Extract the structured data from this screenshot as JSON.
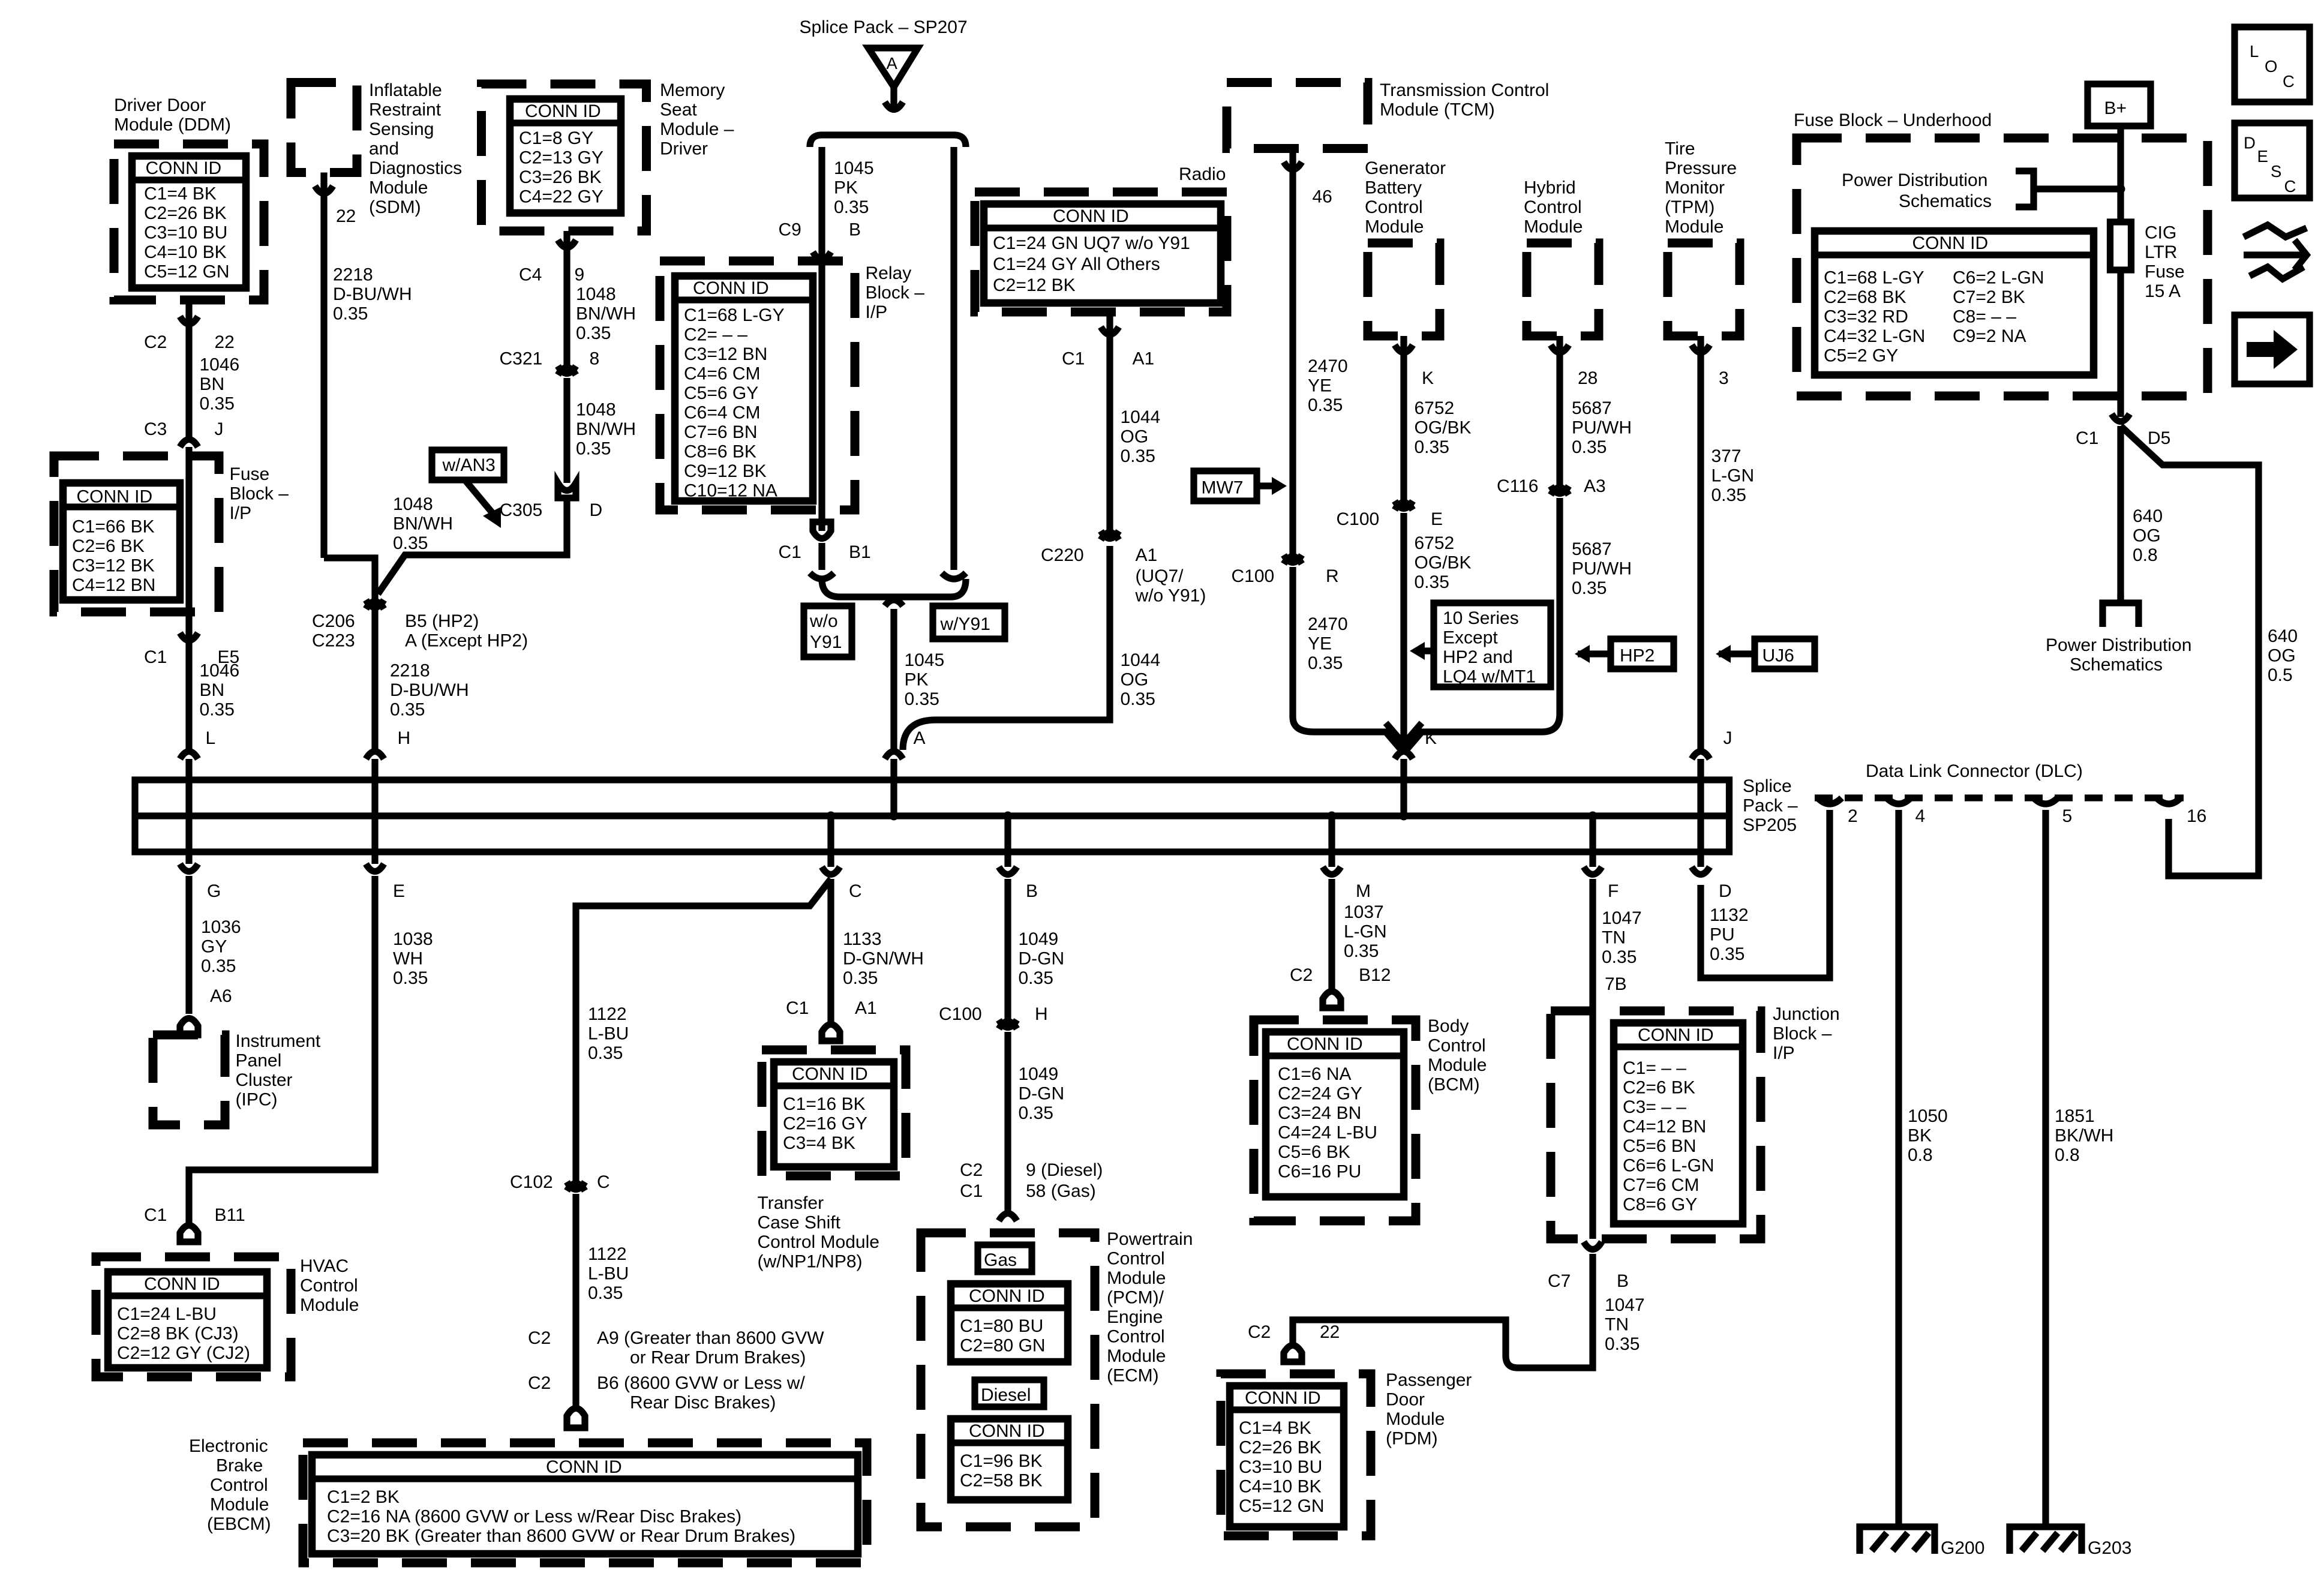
{
  "splice_pack_sp207": {
    "label": "Splice Pack – SP207",
    "letter": "A"
  },
  "splice_pack_sp205": {
    "label": [
      "Splice",
      "Pack –",
      "SP205"
    ]
  },
  "side_icons": {
    "loc": [
      "L",
      "O",
      "C"
    ],
    "desc": [
      "D",
      "E",
      "S",
      "C"
    ],
    "icons": [
      "connector-icon",
      "arrow-right-icon"
    ]
  },
  "battery": {
    "label": "B+"
  },
  "modules": {
    "ddm": {
      "title": [
        "Driver Door",
        "Module (DDM)"
      ],
      "conn_id": "CONN ID",
      "conn": [
        "C1=4 BK",
        "C2=26 BK",
        "C3=10 BU",
        "C4=10 BK",
        "C5=12 GN"
      ]
    },
    "sdm": {
      "title": [
        "Inflatable",
        "Restraint",
        "Sensing",
        "and",
        "Diagnostics",
        "Module",
        "(SDM)"
      ]
    },
    "memory_seat": {
      "title": [
        "Memory",
        "Seat",
        "Module –",
        "Driver"
      ],
      "conn_id": "CONN ID",
      "conn": [
        "C1=8 GY",
        "C2=13 GY",
        "C3=26 BK",
        "C4=22 GY"
      ]
    },
    "relay_block": {
      "title": [
        "Relay",
        "Block –",
        "I/P"
      ],
      "conn_id": "CONN ID",
      "conn": [
        "C1=68 L-GY",
        "C2= – –",
        "C3=12 BN",
        "C4=6 CM",
        "C5=6 GY",
        "C6=4 CM",
        "C7=6 BN",
        "C8=6 BK",
        "C9=12 BK",
        "C10=12 NA"
      ]
    },
    "radio": {
      "title": "Radio",
      "conn_id": "CONN ID",
      "conn": [
        "C1=24 GN UQ7 w/o Y91",
        "C1=24 GY All Others",
        "C2=12 BK"
      ]
    },
    "fuse_block_ip": {
      "title": [
        "Fuse",
        "Block –",
        "I/P"
      ],
      "conn_id": "CONN ID",
      "conn": [
        "C1=66 BK",
        "C2=6 BK",
        "C3=12 BK",
        "C4=12 BN"
      ]
    },
    "tcm": {
      "title": [
        "Transmission Control",
        "Module (TCM)"
      ]
    },
    "gbcm": {
      "title": [
        "Generator",
        "Battery",
        "Control",
        "Module"
      ]
    },
    "hcm": {
      "title": [
        "Hybrid",
        "Control",
        "Module"
      ]
    },
    "tpm": {
      "title": [
        "Tire",
        "Pressure",
        "Monitor",
        "(TPM)",
        "Module"
      ]
    },
    "fuse_block_underhood": {
      "title": "Fuse Block – Underhood",
      "pds": [
        "Power Distribution",
        "Schematics"
      ],
      "conn_id": "CONN ID",
      "conn_left": [
        "C1=68 L-GY",
        "C2=68 BK",
        "C3=32 RD",
        "C4=32 L-GN",
        "C5=2 GY"
      ],
      "conn_right": [
        "C6=2 L-GN",
        "C7=2 BK",
        "C8= – –",
        "C9=2 NA"
      ],
      "fuse": [
        "CIG",
        "LTR",
        "Fuse",
        "15 A"
      ]
    },
    "power_distribution_bottom": {
      "title": [
        "Power Distribution",
        "Schematics"
      ]
    },
    "ipc": {
      "title": [
        "Instrument",
        "Panel",
        "Cluster",
        "(IPC)"
      ]
    },
    "hvac": {
      "title": [
        "HVAC",
        "Control",
        "Module"
      ],
      "conn_id": "CONN ID",
      "conn": [
        "C1=24 L-BU",
        "C2=8 BK (CJ3)",
        "C2=12 GY (CJ2)"
      ]
    },
    "ebcm": {
      "title": [
        "Electronic",
        "Brake",
        "Control",
        "Module",
        "(EBCM)"
      ],
      "conn_id": "CONN ID",
      "conn": [
        "C1=2 BK",
        "C2=16 NA (8600 GVW or Less w/Rear Disc Brakes)",
        "C3=20 BK (Greater than 8600 GVW or Rear Drum Brakes)"
      ]
    },
    "transfer_case": {
      "title": [
        "Transfer",
        "Case Shift",
        "Control Module",
        "(w/NP1/NP8)"
      ],
      "conn_id": "CONN ID",
      "conn": [
        "C1=16 BK",
        "C2=16 GY",
        "C3=4 BK"
      ]
    },
    "pcm": {
      "title": [
        "Powertrain",
        "Control",
        "Module",
        "(PCM)/",
        "Engine",
        "Control",
        "Module",
        "(ECM)"
      ],
      "gas": "Gas",
      "diesel": "Diesel",
      "conn_id": "CONN ID",
      "conn_gas": [
        "C1=80 BU",
        "C2=80 GN"
      ],
      "conn_diesel": [
        "C1=96 BK",
        "C2=58 BK"
      ]
    },
    "bcm": {
      "title": [
        "Body",
        "Control",
        "Module",
        "(BCM)"
      ],
      "conn_id": "CONN ID",
      "conn": [
        "C1=6 NA",
        "C2=24 GY",
        "C3=24 BN",
        "C4=24 L-BU",
        "C5=6 BK",
        "C6=16 PU"
      ]
    },
    "junction_block": {
      "title": [
        "Junction",
        "Block –",
        "I/P"
      ],
      "conn_id": "CONN ID",
      "conn": [
        "C1= – –",
        "C2=6 BK",
        "C3= – –",
        "C4=12 BN",
        "C5=6 BN",
        "C6=6 L-GN",
        "C7=6 CM",
        "C8=6 GY"
      ]
    },
    "pdm": {
      "title": [
        "Passenger",
        "Door",
        "Module",
        "(PDM)"
      ],
      "conn_id": "CONN ID",
      "conn": [
        "C1=4 BK",
        "C2=26 BK",
        "C3=10 BU",
        "C4=10 BK",
        "C5=12 GN"
      ]
    },
    "dlc": {
      "title": "Data Link Connector (DLC)"
    }
  },
  "option_boxes": {
    "an3": "w/AN3",
    "wo_y91": [
      "w/o",
      "Y91"
    ],
    "w_y91": "w/Y91",
    "mw7": "MW7",
    "hp2": "HP2",
    "uj6": "UJ6",
    "series10": [
      "10 Series",
      "Except",
      "HP2 and",
      "LQ4 w/MT1"
    ]
  },
  "wires": {
    "w1046a": [
      "1046",
      "BN",
      "0.35"
    ],
    "w1046b": [
      "1046",
      "BN",
      "0.35"
    ],
    "w2218a": [
      "2218",
      "D-BU/WH",
      "0.35"
    ],
    "w2218b": [
      "2218",
      "D-BU/WH",
      "0.35"
    ],
    "w1048a": [
      "1048",
      "BN/WH",
      "0.35"
    ],
    "w1048b": [
      "1048",
      "BN/WH",
      "0.35"
    ],
    "w1048c": [
      "1048",
      "BN/WH",
      "0.35"
    ],
    "w1045a": [
      "1045",
      "PK",
      "0.35"
    ],
    "w1045b": [
      "1045",
      "PK",
      "0.35"
    ],
    "w1044a": [
      "1044",
      "OG",
      "0.35"
    ],
    "w1044b": [
      "1044",
      "OG",
      "0.35"
    ],
    "w2470a": [
      "2470",
      "YE",
      "0.35"
    ],
    "w2470b": [
      "2470",
      "YE",
      "0.35"
    ],
    "w6752a": [
      "6752",
      "OG/BK",
      "0.35"
    ],
    "w6752b": [
      "6752",
      "OG/BK",
      "0.35"
    ],
    "w5687a": [
      "5687",
      "PU/WH",
      "0.35"
    ],
    "w5687b": [
      "5687",
      "PU/WH",
      "0.35"
    ],
    "w377": [
      "377",
      "L-GN",
      "0.35"
    ],
    "w640a": [
      "640",
      "OG",
      "0.8"
    ],
    "w640b": [
      "640",
      "OG",
      "0.5"
    ],
    "w1036": [
      "1036",
      "GY",
      "0.35"
    ],
    "w1038": [
      "1038",
      "WH",
      "0.35"
    ],
    "w1122a": [
      "1122",
      "L-BU",
      "0.35"
    ],
    "w1122b": [
      "1122",
      "L-BU",
      "0.35"
    ],
    "w1133": [
      "1133",
      "D-GN/WH",
      "0.35"
    ],
    "w1049a": [
      "1049",
      "D-GN",
      "0.35"
    ],
    "w1049b": [
      "1049",
      "D-GN",
      "0.35"
    ],
    "w1037": [
      "1037",
      "L-GN",
      "0.35"
    ],
    "w1047a": [
      "1047",
      "TN",
      "0.35"
    ],
    "w1047b": [
      "1047",
      "TN",
      "0.35"
    ],
    "w1132": [
      "1132",
      "PU",
      "0.35"
    ],
    "w1050": [
      "1050",
      "BK",
      "0.8"
    ],
    "w1851": [
      "1851",
      "BK/WH",
      "0.8"
    ]
  },
  "connectors": {
    "ddm_c2": "C2",
    "ddm_22": "22",
    "fb_c3": "C3",
    "fb_j": "J",
    "fb_c1": "C1",
    "fb_e5": "E5",
    "sdm_22": "22",
    "c206": [
      "C206",
      "C223"
    ],
    "b5": [
      "B5 (HP2)",
      "A (Except HP2)"
    ],
    "c305": "C305",
    "c305_d": "D",
    "ms_c4": "C4",
    "ms_9": "9",
    "c321": "C321",
    "c321_8": "8",
    "rb_c9": "C9",
    "rb_b": "B",
    "rb_c1": "C1",
    "rb_b1": "B1",
    "radio_c1": "C1",
    "radio_a1": "A1",
    "c220": "C220",
    "c220_a1": "A1",
    "c220_note": [
      "(UQ7/",
      "w/o Y91)"
    ],
    "tcm_46": "46",
    "c100r": "C100",
    "c100r_r": "R",
    "gb_k": "K",
    "c100e": "C100",
    "c100e_e": "E",
    "hcm_28": "28",
    "c116": "C116",
    "c116_a3": "A3",
    "tpm_3": "3",
    "uh_c1": "C1",
    "uh_d5": "D5",
    "sp_l": "L",
    "sp_h": "H",
    "sp_a": "A",
    "sp_k": "K",
    "sp_j": "J",
    "sp_g": "G",
    "sp_e": "E",
    "sp_c": "C",
    "sp_b": "B",
    "sp_m": "M",
    "sp_f": "F",
    "sp_d": "D",
    "ipc_a6": "A6",
    "hvac_c1": "C1",
    "hvac_b11": "B11",
    "c102": "C102",
    "c102_c": "C",
    "ebcm_c2a": "C2",
    "ebcm_a9": [
      "A9 (Greater than 8600 GVW",
      "or Rear Drum Brakes)"
    ],
    "ebcm_c2b": "C2",
    "ebcm_b6": [
      "B6 (8600 GVW or Less w/",
      "Rear Disc Brakes)"
    ],
    "tc_c1": "C1",
    "tc_a1": "A1",
    "c100h": "C100",
    "c100h_h": "H",
    "pcm_c2": "C2",
    "pcm_c1": "C1",
    "pcm_9": "9 (Diesel)",
    "pcm_58": "58 (Gas)",
    "bcm_c2": "C2",
    "bcm_b12": "B12",
    "jb_7b": "7B",
    "jb_c7": "C7",
    "jb_b": "B",
    "pdm_c2": "C2",
    "pdm_22": "22",
    "dlc_2": "2",
    "dlc_4": "4",
    "dlc_5": "5",
    "dlc_16": "16",
    "g200": "G200",
    "g203": "G203"
  }
}
